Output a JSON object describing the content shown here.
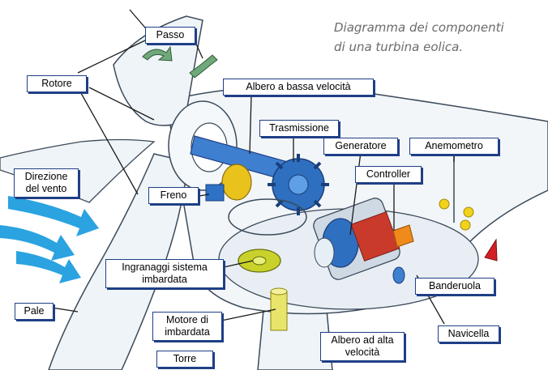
{
  "caption": {
    "line1": "Diagramma dei componenti",
    "line2": "di una turbina eolica."
  },
  "labels": {
    "passo": "Passo",
    "rotore": "Rotore",
    "albero_bassa": "Albero a bassa velocità",
    "trasmissione": "Trasmissione",
    "generatore": "Generatore",
    "anemometro": "Anemometro",
    "controller": "Controller",
    "direzione_1": "Direzione",
    "direzione_2": "del vento",
    "freno": "Freno",
    "ingranaggi_1": "Ingranaggi sistema",
    "ingranaggi_2": "imbardata",
    "banderuola": "Banderuola",
    "pale": "Pale",
    "motore_1": "Motore di",
    "motore_2": "imbardata",
    "navicella": "Navicella",
    "albero_alta_1": "Albero ad alta",
    "albero_alta_2": "velocità",
    "torre": "Torre"
  },
  "colors": {
    "label_border": "#1f3f86",
    "wind_arrow": "#2aa3e0",
    "blade_fill": "#eef4f7",
    "outline": "#3b4a5a",
    "hub_blue": "#2f6fc0",
    "gear_yellow": "#c8d22a",
    "brake_blue": "#2d72c4",
    "controller_orange": "#f08a1c",
    "vane_red": "#d21f26",
    "anemometer_yellow": "#f2d21a"
  }
}
